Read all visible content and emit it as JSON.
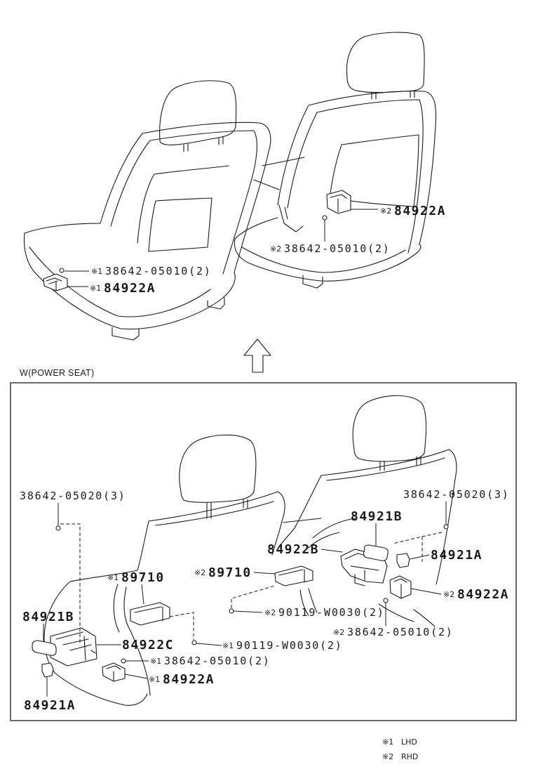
{
  "section_label": "W(POWER SEAT)",
  "top_callouts": [
    {
      "mark": "※1",
      "part": "38642-05010(2)"
    },
    {
      "mark": "※1",
      "part": "84922A"
    },
    {
      "mark": "※2",
      "part": "84922A"
    },
    {
      "mark": "※2",
      "part": "38642-05010(2)"
    }
  ],
  "box_callouts": [
    {
      "part": "38642-05020(3)"
    },
    {
      "part": "38642-05020(3)"
    },
    {
      "part": "84921B"
    },
    {
      "part": "84922B"
    },
    {
      "part": "84921A"
    },
    {
      "mark": "※1",
      "part": "89710"
    },
    {
      "mark": "※2",
      "part": "89710"
    },
    {
      "mark": "※2",
      "part": "84922A"
    },
    {
      "mark": "※2",
      "part": "90119-W0030(2)"
    },
    {
      "part": "84921B"
    },
    {
      "mark": "※2",
      "part": "38642-05010(2)"
    },
    {
      "part": "84922C"
    },
    {
      "mark": "※1",
      "part": "90119-W0030(2)"
    },
    {
      "mark": "※1",
      "part": "38642-05010(2)"
    },
    {
      "mark": "※1",
      "part": "84922A"
    },
    {
      "part": "84921A"
    }
  ],
  "legend": [
    {
      "mark": "※1",
      "text": "LHD"
    },
    {
      "mark": "※2",
      "text": "RHD"
    }
  ],
  "icons": {
    "view_arrow": "arrow-up-outline-icon"
  },
  "colors": {
    "ink": "#1a1a1a",
    "paper": "#ffffff"
  }
}
